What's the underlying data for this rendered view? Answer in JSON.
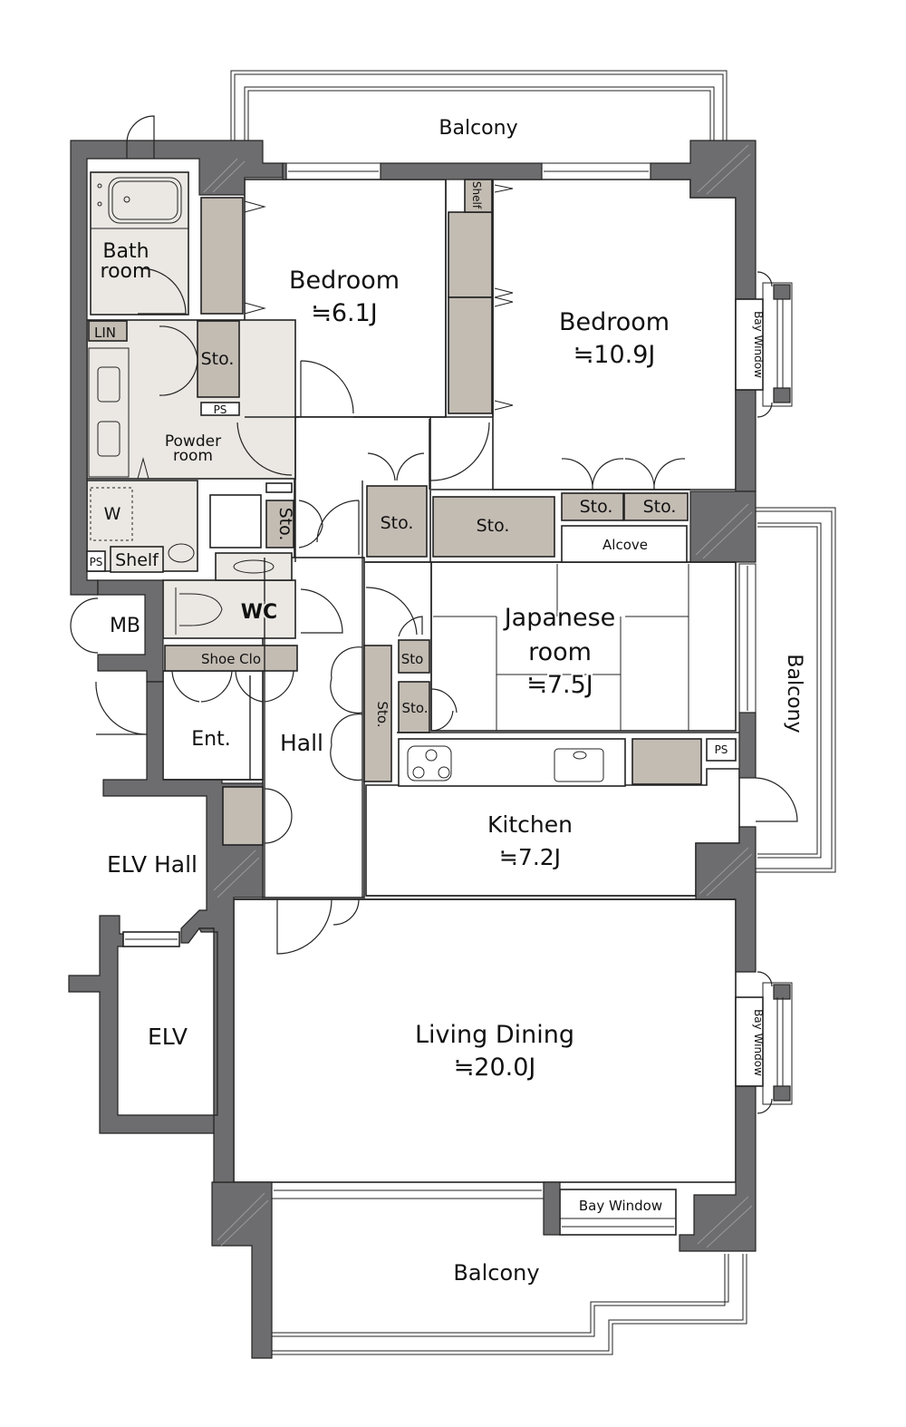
{
  "plan": {
    "type": "apartment floor plan",
    "colors": {
      "structural_wall": "#6d6d6f",
      "storage_fill": "#c3bcb3",
      "wet_area_fill": "#ebe8e3",
      "room_fill": "#ffffff",
      "line": "#222222"
    },
    "rooms": {
      "bedroom_1": {
        "name": "Bedroom",
        "size": "≒6.1J"
      },
      "bedroom_2": {
        "name": "Bedroom",
        "size": "≒10.9J"
      },
      "japanese_room": {
        "name_line1": "Japanese",
        "name_line2": "room",
        "size": "≒7.5J"
      },
      "kitchen": {
        "name": "Kitchen",
        "size": "≒7.2J"
      },
      "living_dining": {
        "name": "Living Dining",
        "size": "≒20.0J"
      },
      "bath": {
        "name_line1": "Bath",
        "name_line2": "room"
      },
      "powder": {
        "name_line1": "Powder",
        "name_line2": "room"
      },
      "wc": {
        "name": "WC"
      },
      "entrance": {
        "name": "Ent."
      },
      "hall": {
        "name": "Hall"
      },
      "elv_hall": {
        "name": "ELV Hall"
      },
      "elv": {
        "name": "ELV"
      },
      "mb": {
        "name": "MB"
      }
    },
    "balconies": {
      "top": "Balcony",
      "right": "Balcony",
      "bottom": "Balcony"
    },
    "bay_windows": {
      "bedroom": "Bay Window",
      "living_right": "Bay Window",
      "living_bottom": "Bay Window"
    },
    "fixtures": {
      "lin": "LIN",
      "ps": "PS",
      "w": "W",
      "shelf": "Shelf",
      "shelf_small": "Shelf",
      "shoe_closet": "Shoe Clo",
      "alcove": "Alcove",
      "sto": "Sto.",
      "sto_short": "Sto"
    }
  }
}
